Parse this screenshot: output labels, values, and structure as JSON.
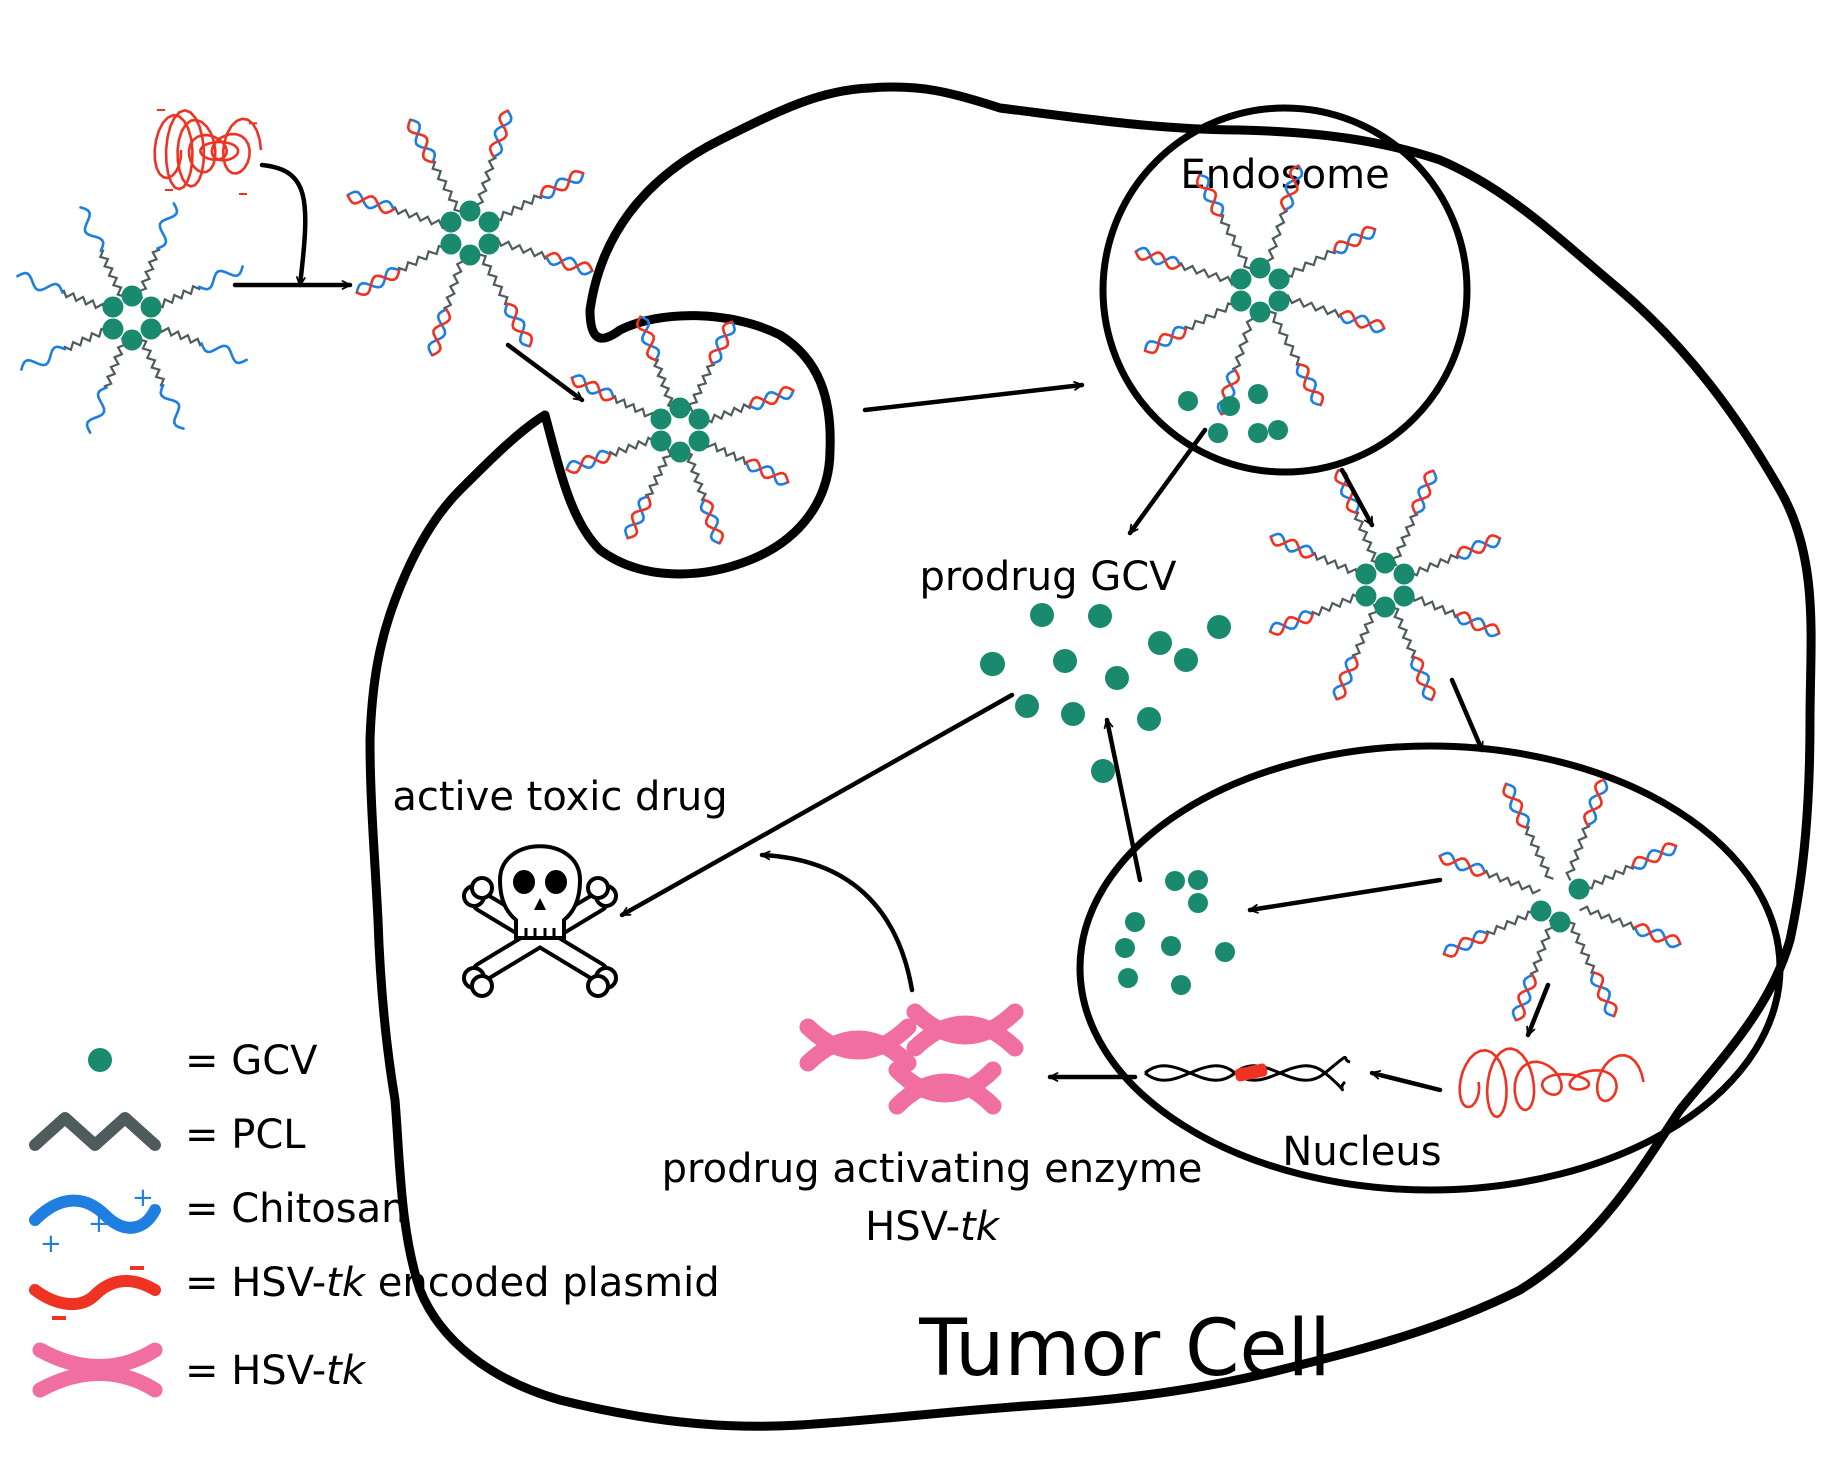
{
  "colors": {
    "gcv": "#1a8a6e",
    "pcl": "#4f5b5c",
    "chitosan": "#1e7fe0",
    "plasmid": "#ee3322",
    "enzyme": "#f06fa0",
    "outline": "#000000"
  },
  "labels": {
    "endosome": "Endosome",
    "prodrug_gcv": "prodrug GCV",
    "active_toxic_drug": "active toxic drug",
    "enzyme_line1": "prodrug activating enzyme",
    "enzyme_line2_prefix": "HSV-",
    "enzyme_line2_italic": "tk",
    "nucleus": "Nucleus",
    "tumor_cell": "Tumor Cell"
  },
  "legend": {
    "gcv": "= GCV",
    "pcl": "= PCL",
    "chitosan": "= Chitosan",
    "plasmid_prefix": "= HSV-",
    "plasmid_italic": "tk",
    "plasmid_suffix": " encoded plasmid",
    "enzyme_prefix": "= HSV-",
    "enzyme_italic": "tk"
  },
  "icons": {
    "toxic": "skull-crossbones-icon"
  }
}
